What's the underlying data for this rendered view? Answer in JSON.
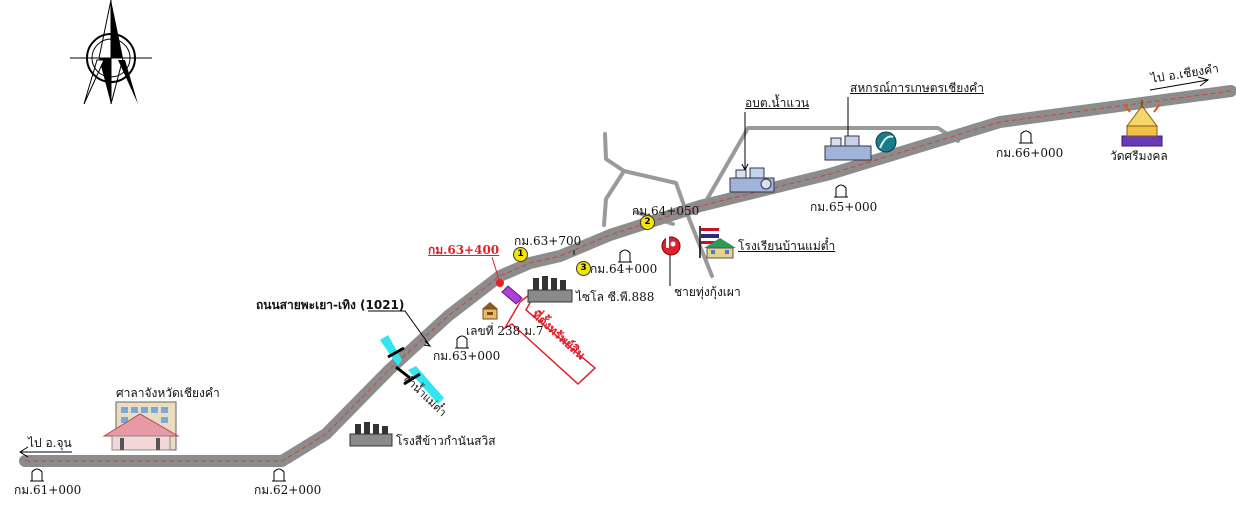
{
  "directions": {
    "west": "ไป อ.จุน",
    "east": "ไป อ.เชียงคำ"
  },
  "road": {
    "name": "ถนนสายพะเยา-เทิง (1021)"
  },
  "km_markers": {
    "km61": "กม.61+000",
    "km62": "กม.62+000",
    "km63": "กม.63+000",
    "km63_700": "กม.63+700",
    "km64": "กม.64+000",
    "km64_050": "กม.64+050",
    "km65": "กม.65+000",
    "km66": "กม.66+000"
  },
  "accident_point": {
    "label": "กม.63+400"
  },
  "landmarks": {
    "provincial_hall": "ศาลาจังหวัดเชียงคำ",
    "rice_mill": "โรงสีข้าวกำนันสวิส",
    "house_number": "เลขที่ 238 ม.7",
    "silo": "ไซโล ซี.พี.888",
    "school": "โรงเรียนบ้านแม่ต๋ำ",
    "shop": "ชายทุ่งกุ้งเผา",
    "sao": "อบต.น้ำแวน",
    "coop": "สหกรณ์การเกษตรเชียงคำ",
    "temple": "วัดศรีมงคล"
  },
  "river": {
    "name": "ลำน้ำแม่ต๋ำ"
  },
  "callout": {
    "text": "ที่ตั้งทรัพย์สิน"
  },
  "points": {
    "p1": "1",
    "p2": "2",
    "p3": "3"
  },
  "colors": {
    "road": "#8c8c8c",
    "road_centerline": "#c8463c",
    "side_road": "#9a9a9a",
    "accident": "#e0202a",
    "river": "#33e5ee",
    "marker_yellow": "#f5e400",
    "flag_red": "#c8102e",
    "flag_blue": "#2d2a7a"
  }
}
